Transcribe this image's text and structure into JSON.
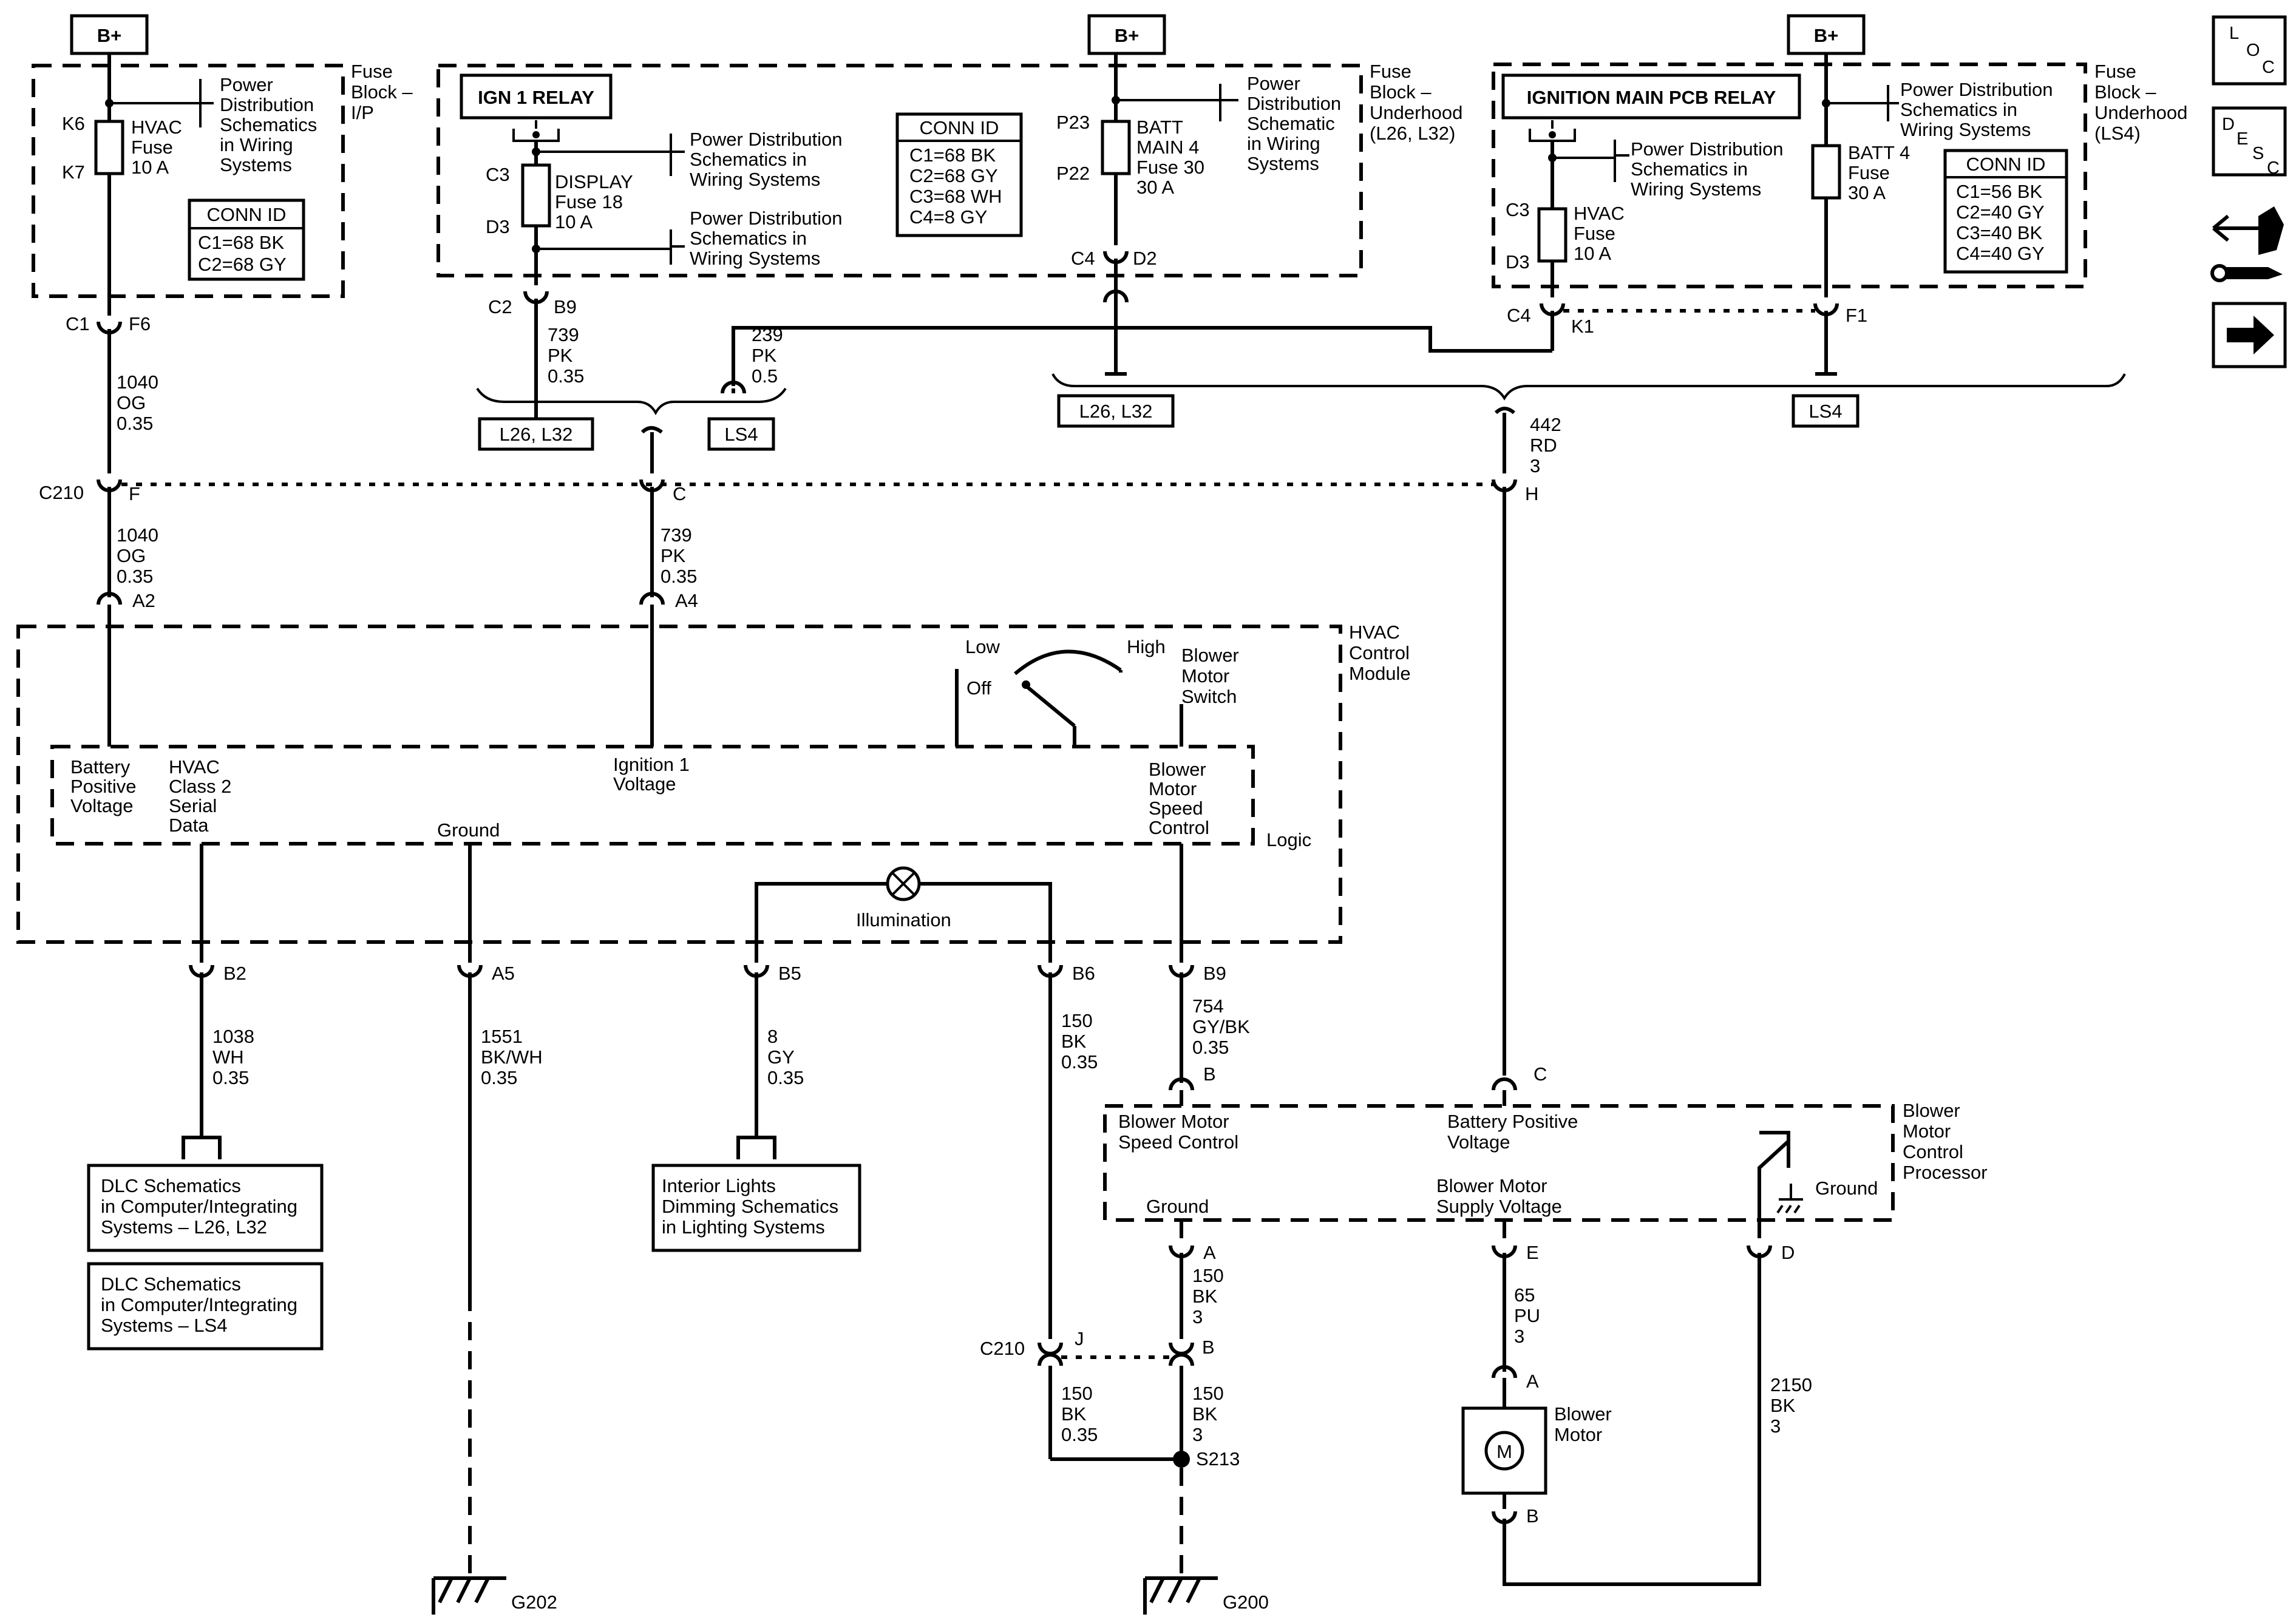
{
  "bplus": "B+",
  "fuse_ip": {
    "title": [
      "Fuse",
      "Block –",
      "I/P"
    ],
    "term_in": "K6",
    "term_out": "K7",
    "fuse": [
      "HVAC",
      "Fuse",
      "10 A"
    ],
    "pd": [
      "Power",
      "Distribution",
      "Schematics",
      "in Wiring",
      "Systems"
    ],
    "conn_title": "CONN ID",
    "conn": [
      "C1=68 BK",
      "C2=68 GY"
    ],
    "conn_left": "C1",
    "conn_right": "F6"
  },
  "fuse_uh1": {
    "title": [
      "Fuse",
      "Block –",
      "Underhood",
      "(L26, L32)"
    ],
    "relay": "IGN 1 RELAY",
    "display_in": "C3",
    "display_out": "D3",
    "display_fuse": [
      "DISPLAY",
      "Fuse 18",
      "10 A"
    ],
    "pd1": [
      "Power Distribution",
      "Schematics in",
      "Wiring Systems"
    ],
    "pd2": [
      "Power Distribution",
      "Schematics in",
      "Wiring Systems"
    ],
    "conn_title": "CONN ID",
    "conn": [
      "C1=68 BK",
      "C2=68 GY",
      "C3=68 WH",
      "C4=8 GY"
    ],
    "batt_in": "P23",
    "batt_out": "P22",
    "batt_fuse": [
      "BATT",
      "MAIN 4",
      "Fuse 30",
      "30 A"
    ],
    "pd3": [
      "Power",
      "Distribution",
      "Schematic",
      "in Wiring",
      "Systems"
    ],
    "c2_left": "C2",
    "c2_right": "B9",
    "c4_left": "C4",
    "c4_right": "D2"
  },
  "fuse_uh2": {
    "title": [
      "Fuse",
      "Block –",
      "Underhood",
      "(LS4)"
    ],
    "relay": "IGNITION MAIN PCB RELAY",
    "pd1": [
      "Power Distribution",
      "Schematics in",
      "Wiring Systems"
    ],
    "hvac_in": "C3",
    "hvac_out": "D3",
    "hvac_fuse": [
      "HVAC",
      "Fuse",
      "10 A"
    ],
    "pd2": [
      "Power Distribution",
      "Schematics in",
      "Wiring Systems"
    ],
    "batt_fuse": [
      "BATT 4",
      "Fuse",
      "30 A"
    ],
    "conn_title": "CONN ID",
    "conn": [
      "C1=56 BK",
      "C2=40 GY",
      "C3=40 BK",
      "C4=40 GY"
    ],
    "c4_left": "C4",
    "c4_right": "K1",
    "f1": "F1"
  },
  "wires": {
    "w1040a": [
      "1040",
      "OG",
      "0.35"
    ],
    "w739a": [
      "739",
      "PK",
      "0.35"
    ],
    "w239": [
      "239",
      "PK",
      "0.5"
    ],
    "w442": [
      "442",
      "RD",
      "3"
    ],
    "w1040b": [
      "1040",
      "OG",
      "0.35"
    ],
    "w739b": [
      "739",
      "PK",
      "0.35"
    ],
    "w1038": [
      "1038",
      "WH",
      "0.35"
    ],
    "w1551": [
      "1551",
      "BK/WH",
      "0.35"
    ],
    "w8": [
      "8",
      "GY",
      "0.35"
    ],
    "w150a": [
      "150",
      "BK",
      "0.35"
    ],
    "w754": [
      "754",
      "GY/BK",
      "0.35"
    ],
    "w150b": [
      "150",
      "BK",
      "3"
    ],
    "w150c": [
      "150",
      "BK",
      "0.35"
    ],
    "w150d": [
      "150",
      "BK",
      "3"
    ],
    "w65": [
      "65",
      "PU",
      "3"
    ],
    "w2150": [
      "2150",
      "BK",
      "3"
    ]
  },
  "options": {
    "l26": "L26, L32",
    "ls4": "LS4"
  },
  "c210": {
    "label": "C210",
    "f": "F",
    "c": "C",
    "h": "H",
    "j": "J",
    "b": "B"
  },
  "hvac": {
    "title": [
      "HVAC",
      "Control",
      "Module"
    ],
    "pins": {
      "a2": "A2",
      "a4": "A4",
      "b2": "B2",
      "a5": "A5",
      "b5": "B5",
      "b6": "B6",
      "b9": "B9"
    },
    "low": "Low",
    "high": "High",
    "off": "Off",
    "switch": [
      "Blower",
      "Motor",
      "Switch"
    ],
    "batt": [
      "Battery",
      "Positive",
      "Voltage"
    ],
    "class2": [
      "HVAC",
      "Class 2",
      "Serial",
      "Data"
    ],
    "ign": [
      "Ignition 1",
      "Voltage"
    ],
    "bmsc": [
      "Blower",
      "Motor",
      "Speed",
      "Control"
    ],
    "ground": "Ground",
    "logic": "Logic",
    "illum": "Illumination"
  },
  "dlc1": [
    "DLC Schematics",
    "in Computer/Integrating",
    "Systems – L26, L32"
  ],
  "dlc2": [
    "DLC Schematics",
    "in Computer/Integrating",
    "Systems – LS4"
  ],
  "interior": [
    "Interior Lights",
    "Dimming Schematics",
    "in Lighting Systems"
  ],
  "bmcp": {
    "title": [
      "Blower",
      "Motor",
      "Control",
      "Processor"
    ],
    "pin_b": "B",
    "pin_c": "C",
    "pin_a": "A",
    "pin_e": "E",
    "pin_d": "D",
    "speed": [
      "Blower Motor",
      "Speed Control"
    ],
    "batt": [
      "Battery Positive",
      "Voltage"
    ],
    "supply": [
      "Blower Motor",
      "Supply Voltage"
    ],
    "ground1": "Ground",
    "ground2": "Ground"
  },
  "motor": {
    "pin_a": "A",
    "pin_b": "B",
    "symbol": "M",
    "label": [
      "Blower",
      "Motor"
    ]
  },
  "grounds": {
    "g202": "G202",
    "g200": "G200",
    "s213": "S213"
  },
  "nav": {
    "loc": [
      "L",
      "O",
      "C"
    ],
    "desc": [
      "D",
      "E",
      "S",
      "C"
    ]
  }
}
